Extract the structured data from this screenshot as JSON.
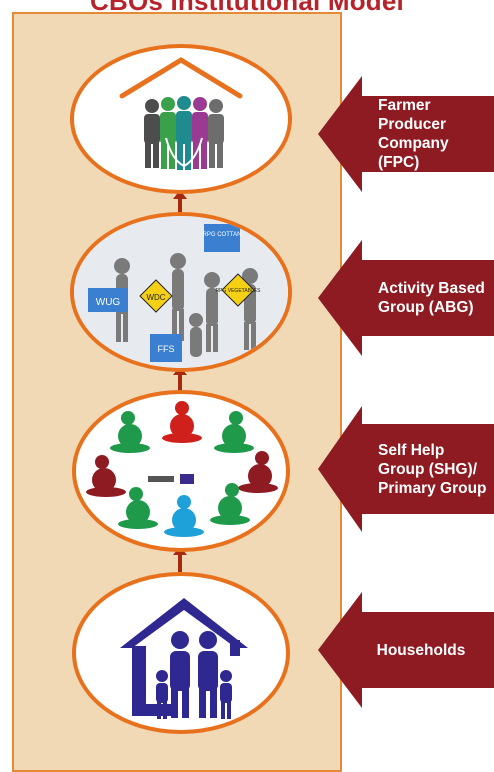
{
  "title": "CBOs Institutional Model",
  "levels": [
    {
      "label": "Farmer Producer Company (FPC)",
      "icon": "people-under-roof-icon"
    },
    {
      "label": "Activity Based Group (ABG)",
      "icon": "figures-holding-signs-icon",
      "signs": [
        "WUG",
        "WDC",
        "RPG COTTAN",
        "RPG VEGETABLES",
        "FFS"
      ]
    },
    {
      "label": "Self Help Group (SHG)/ Primary Group",
      "icon": "seated-women-circle-icon"
    },
    {
      "label": "Households",
      "icon": "family-house-icon"
    }
  ],
  "colors": {
    "title": "#b8222a",
    "panel": "#f1d9b6",
    "panel_border": "#e48a35",
    "ellipse_border": "#e7711d",
    "arrow": "#8e1a22",
    "connector": "#a52a10",
    "household_icon": "#2e2890"
  }
}
